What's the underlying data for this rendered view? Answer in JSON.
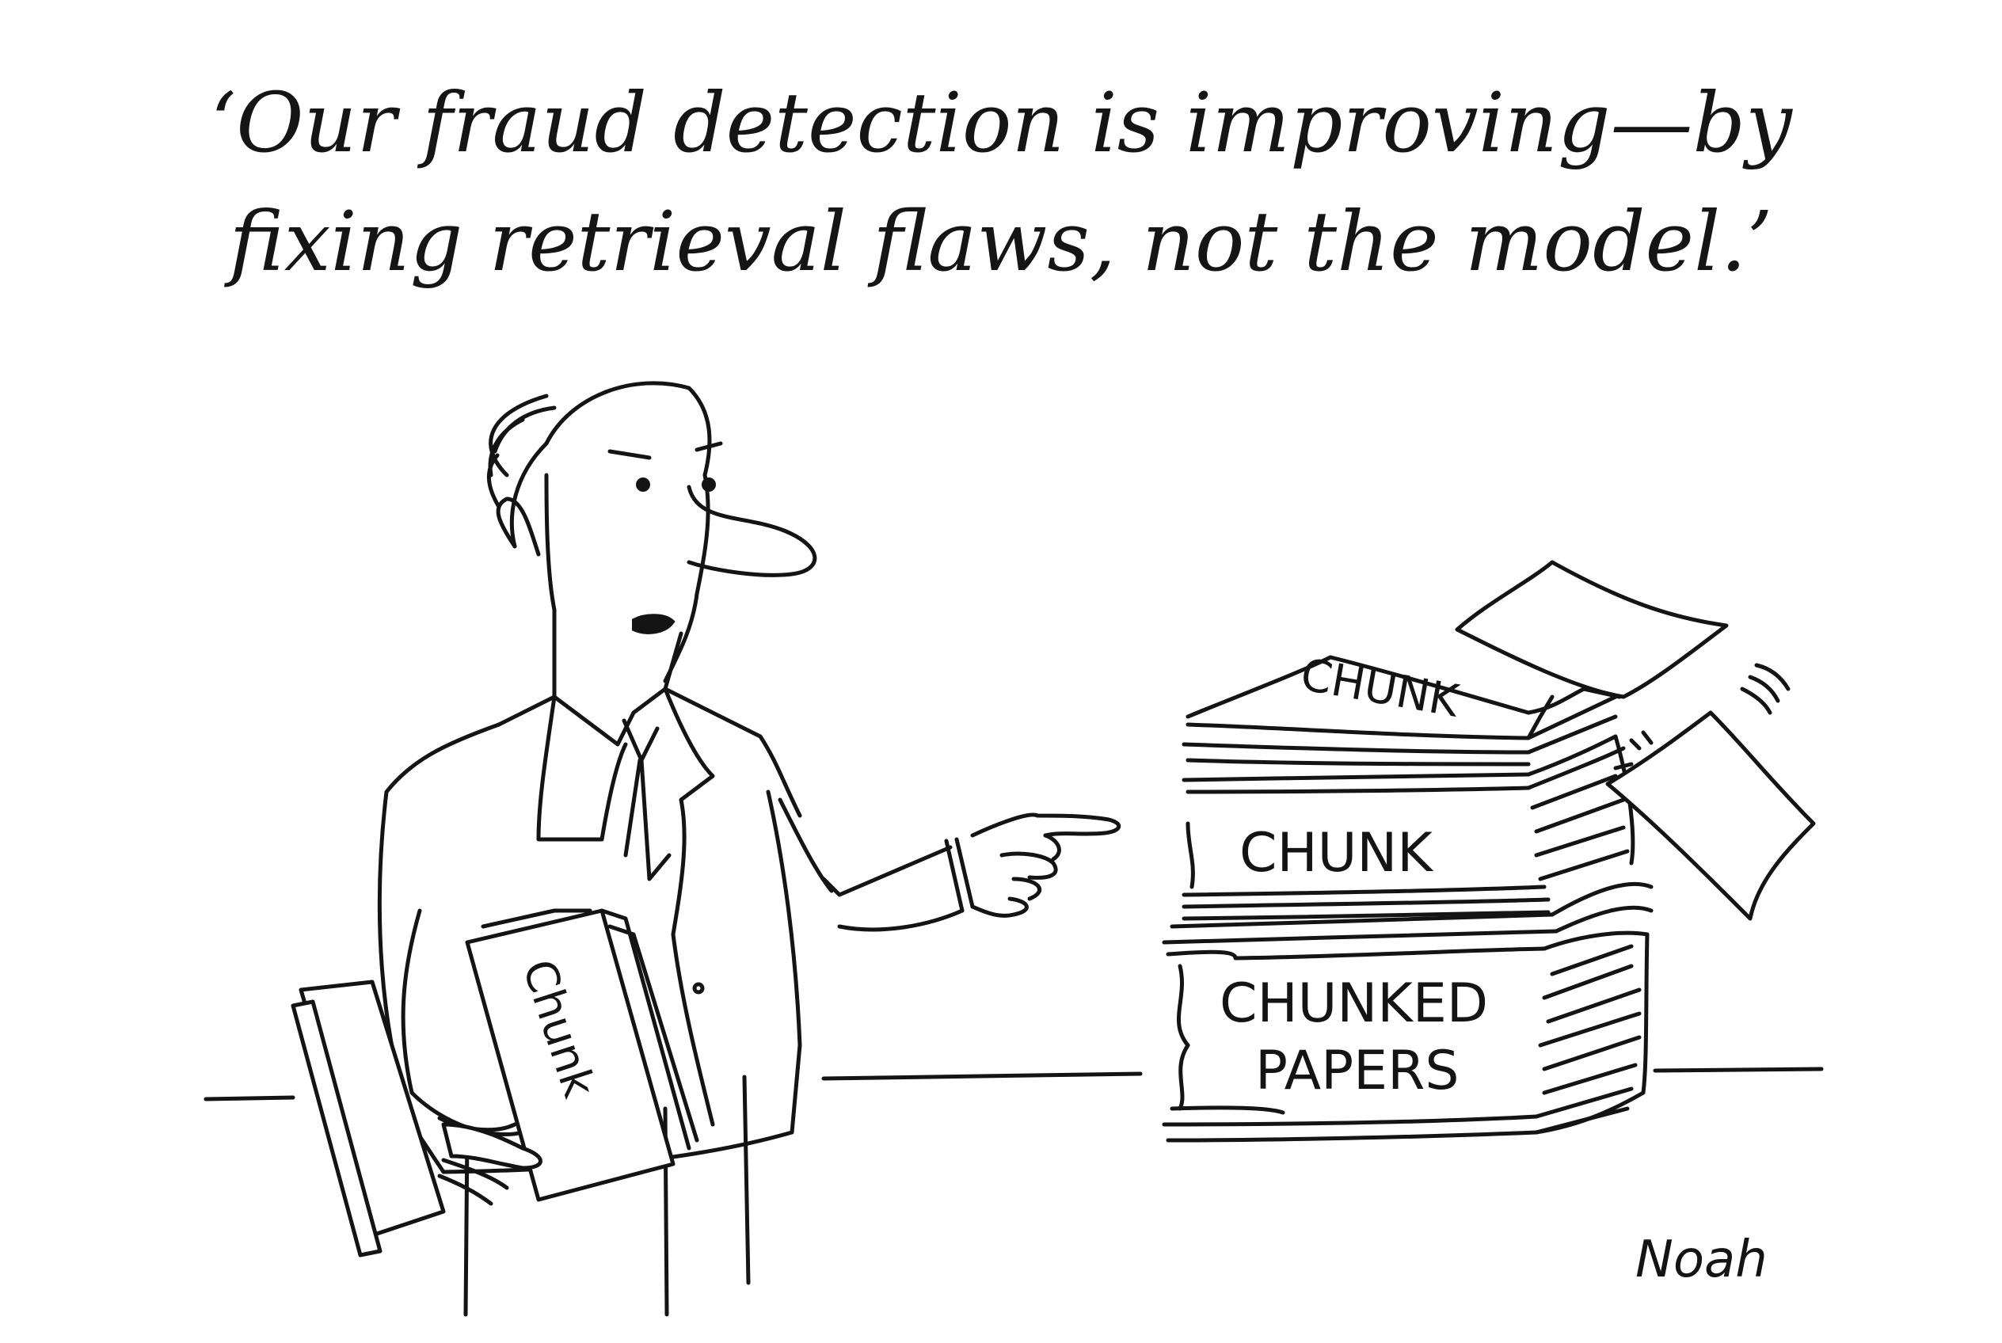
{
  "caption": {
    "line1": "‘Our fraud detection is improving—by",
    "line2": "fixing retrieval flaws, not the model.’"
  },
  "labels": {
    "folder": "Chunk",
    "top_sheet": "CHUNK",
    "middle_stack": "CHUNK",
    "bottom_stack_line1": "CHUNKED",
    "bottom_stack_line2": "PAPERS"
  },
  "signature": "Noah"
}
